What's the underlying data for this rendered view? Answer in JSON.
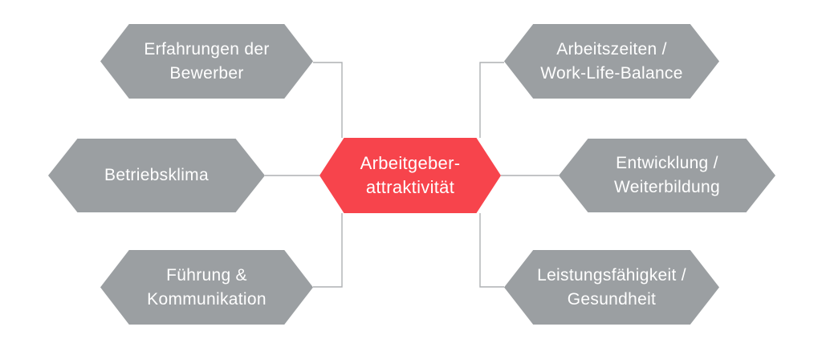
{
  "diagram": {
    "center": {
      "lines": [
        "Arbeitgeber-",
        "attraktivität"
      ],
      "color": "#f7444c"
    },
    "node_color": "#9b9fa2",
    "line_color": "#aeb1b3",
    "nodes": [
      {
        "id": "erfahrungen-der-bewerber",
        "lines": [
          "Erfahrungen der",
          "Bewerber"
        ]
      },
      {
        "id": "betriebsklima",
        "lines": [
          "Betriebsklima"
        ]
      },
      {
        "id": "fuehrung-kommunikation",
        "lines": [
          "Führung &",
          "Kommunikation"
        ]
      },
      {
        "id": "arbeitszeiten-work-life-balance",
        "lines": [
          "Arbeitszeiten /",
          "Work-Life-Balance"
        ]
      },
      {
        "id": "entwicklung-weiterbildung",
        "lines": [
          "Entwicklung /",
          "Weiterbildung"
        ]
      },
      {
        "id": "leistungsfaehigkeit-gesundheit",
        "lines": [
          "Leistungsfähigkeit /",
          "Gesundheit"
        ]
      }
    ]
  }
}
